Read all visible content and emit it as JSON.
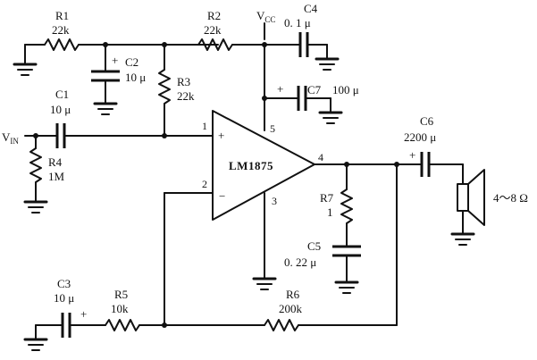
{
  "labels": {
    "r1": "R1",
    "r1_val": "22k",
    "r2": "R2",
    "r2_val": "22k",
    "r3": "R3",
    "r3_val": "22k",
    "r4": "R4",
    "r4_val": "1M",
    "r5": "R5",
    "r5_val": "10k",
    "r6": "R6",
    "r6_val": "200k",
    "r7": "R7",
    "r7_val": "1",
    "c1": "C1",
    "c1_val": "10 μ",
    "c2": "C2",
    "c2_val": "10 μ",
    "c3": "C3",
    "c3_val": "10 μ",
    "c4": "C4",
    "c4_val": "0. 1 μ",
    "c5": "C5",
    "c5_val": "0. 22 μ",
    "c6": "C6",
    "c6_val": "2200 μ",
    "c7": "C7",
    "c7_val": "100 μ",
    "vcc": "V",
    "vcc_sub": "CC",
    "vin": "V",
    "vin_sub": "IN",
    "chip": "LM1875",
    "pin1": "1",
    "pin2": "2",
    "pin3": "3",
    "pin4": "4",
    "pin5": "5",
    "plus_in": "+",
    "minus_in": "−",
    "speaker": "4～8 Ω",
    "plus": "+"
  }
}
